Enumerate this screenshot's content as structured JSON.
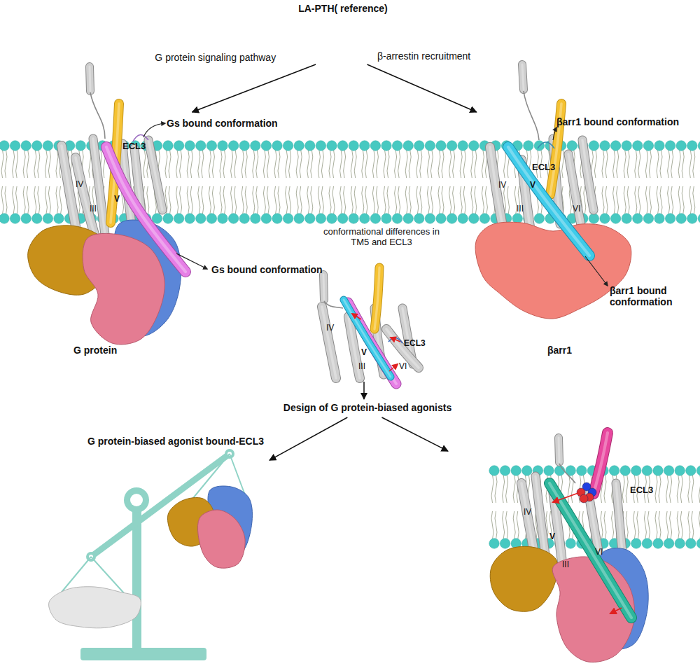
{
  "diagram": {
    "nodes": [
      {
        "text": [
          "LA-PTH( reference)"
        ]
      },
      {
        "text": [
          "Gs bound conformation",
          "ECL3",
          "IV",
          "III",
          "V",
          "Gs bound conformation",
          "G protein"
        ]
      },
      {
        "text": [
          "βarr1 bound conformation",
          "ECL3",
          "IV",
          "V",
          "III",
          "VI",
          "βarr1 bound conformation",
          "βarr1"
        ]
      },
      {
        "text": [
          "conformational differences in TM5 and ECL3",
          "ECL3",
          "IV",
          "V",
          "III",
          "VI"
        ]
      },
      {
        "text": [
          "Design of G protein-biased agonists"
        ]
      },
      {
        "text": [
          "G protein-biased agonist bound-ECL3"
        ]
      },
      {
        "text": [
          "ECL3",
          "IV",
          "V",
          "III",
          "VI"
        ]
      }
    ],
    "edges": [
      {
        "from": 0,
        "to": 1,
        "arrow": "to",
        "label": "G protein signaling pathway"
      },
      {
        "from": 0,
        "to": 2,
        "arrow": "to",
        "label": "β-arrestin recruitment"
      },
      {
        "from": 3,
        "to": 4,
        "arrow": "to"
      },
      {
        "from": 4,
        "to": 5,
        "arrow": "to"
      },
      {
        "from": 4,
        "to": 6,
        "arrow": "to"
      }
    ]
  }
}
